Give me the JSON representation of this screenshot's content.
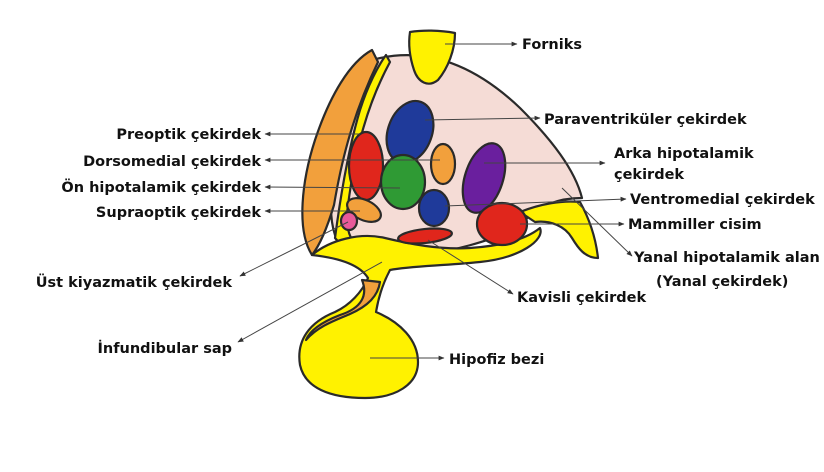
{
  "labels": {
    "forniks": "Forniks",
    "paraventrikuler": "Paraventriküler çekirdek",
    "arka_line1": "Arka hipotalamik",
    "arka_line2": "çekirdek",
    "ventromedial": "Ventromedial çekirdek",
    "mammiller": "Mammiller cisim",
    "yanal_line1": "Yanal hipotalamik alan",
    "yanal_line2": "(Yanal çekirdek)",
    "kavisli": "Kavisli çekirdek",
    "hipofiz": "Hipofiz bezi",
    "preoptik": "Preoptik çekirdek",
    "dorsomedial": "Dorsomedial çekirdek",
    "on_hipotalamik": "Ön hipotalamik çekirdek",
    "supraoptik": "Supraoptik çekirdek",
    "ust_kiyazmatik": "Üst kiyazmatik çekirdek",
    "infundibular": "İnfundibular sap"
  },
  "colors": {
    "region_fill": "#f5dcd6",
    "yellow": "#fff200",
    "orange": "#f2a03c",
    "red": "#e0261c",
    "navy": "#1f3a9a",
    "green": "#2f9a34",
    "purple": "#6a1f9e",
    "pink": "#e85a9a",
    "outline": "#2a2a2a"
  }
}
